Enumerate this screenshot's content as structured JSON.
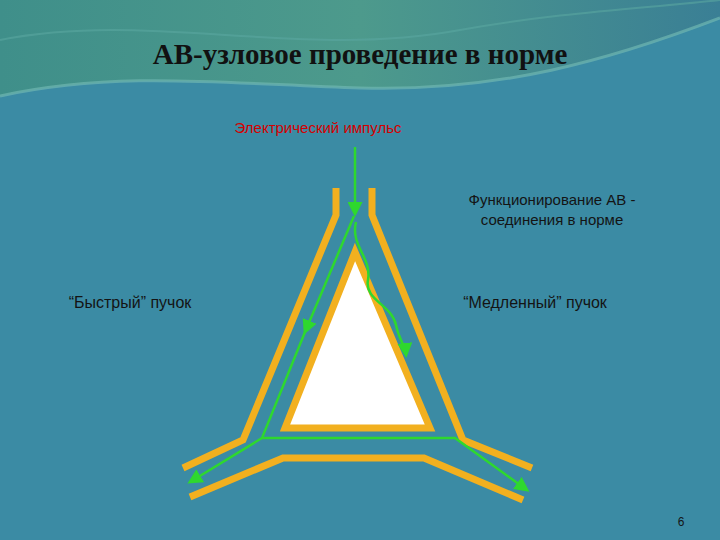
{
  "diagram": {
    "title": "АВ-узловое проведение в норме",
    "labels": [
      "Электрический импульс",
      "Функционирование АВ - соединения в норме",
      "“Быстрый” пучок",
      "“Медленный” пучок",
      "6"
    ]
  }
}
